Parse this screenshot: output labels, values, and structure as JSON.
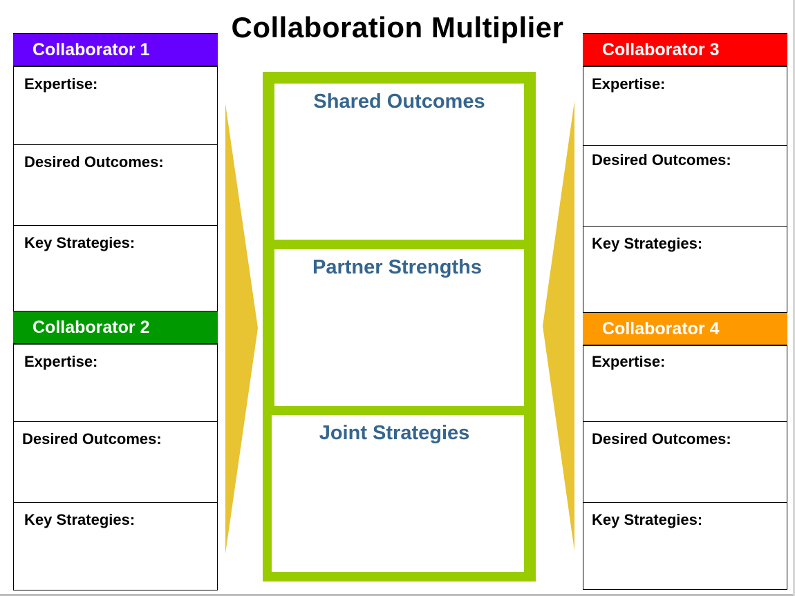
{
  "title": "Collaboration Multiplier",
  "collaborators": [
    {
      "name": "Collaborator 1",
      "color": "#6600ff",
      "sections": [
        "Expertise:",
        "Desired Outcomes:",
        "Key Strategies:"
      ]
    },
    {
      "name": "Collaborator 2",
      "color": "#009900",
      "sections": [
        "Expertise:",
        "Desired Outcomes:",
        "Key Strategies:"
      ]
    },
    {
      "name": "Collaborator 3",
      "color": "#ff0000",
      "sections": [
        "Expertise:",
        "Desired Outcomes:",
        "Key Strategies:"
      ]
    },
    {
      "name": "Collaborator 4",
      "color": "#ff9900",
      "sections": [
        "Expertise:",
        "Desired Outcomes:",
        "Key Strategies:"
      ]
    }
  ],
  "center": {
    "frame_color": "#99cc00",
    "label_color": "#35658f",
    "panels": [
      "Shared Outcomes",
      "Partner Strengths",
      "Joint Strategies"
    ]
  },
  "arrow_color": "#e8c332"
}
